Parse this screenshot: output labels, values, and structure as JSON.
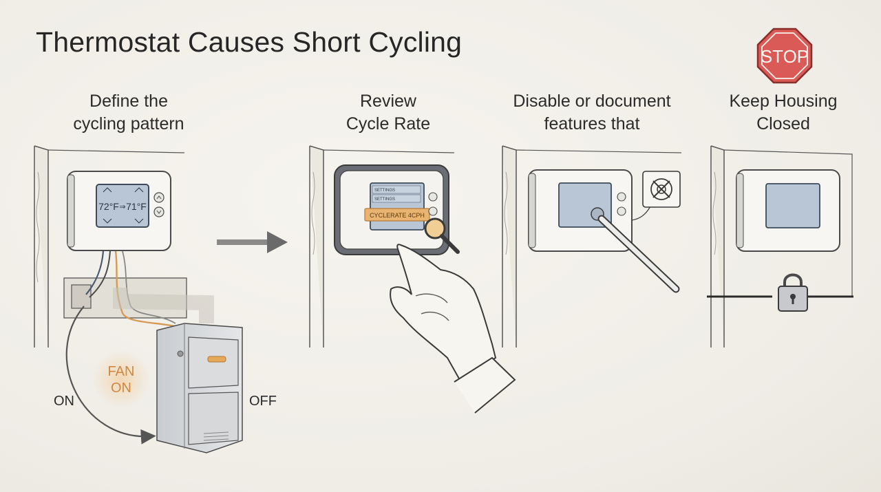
{
  "title": "Thermostat Causes Short Cycling",
  "steps": [
    {
      "line1": "Define the",
      "line2": "cycling pattern"
    },
    {
      "line1": "Review",
      "line2": "Cycle Rate"
    },
    {
      "line1": "Disable or document",
      "line2": "features that"
    },
    {
      "line1": "Keep Housing",
      "line2": "Closed"
    }
  ],
  "panel1": {
    "temp_from": "72°F",
    "temp_to": "71°F",
    "fan_line1": "FAN",
    "fan_line2": "ON",
    "on_label": "ON",
    "off_label": "OFF"
  },
  "panel2": {
    "menu_line1": "SETTINGS",
    "menu_line2": "SETTINGS",
    "menu_highlight": "CYCLERATE 4CPH"
  },
  "stop_sign": "STOP",
  "colors": {
    "accent_orange": "#e8a85a",
    "stop_red": "#d95a56",
    "screen_blue": "#b9c6d6",
    "line": "#4a4a4a"
  }
}
